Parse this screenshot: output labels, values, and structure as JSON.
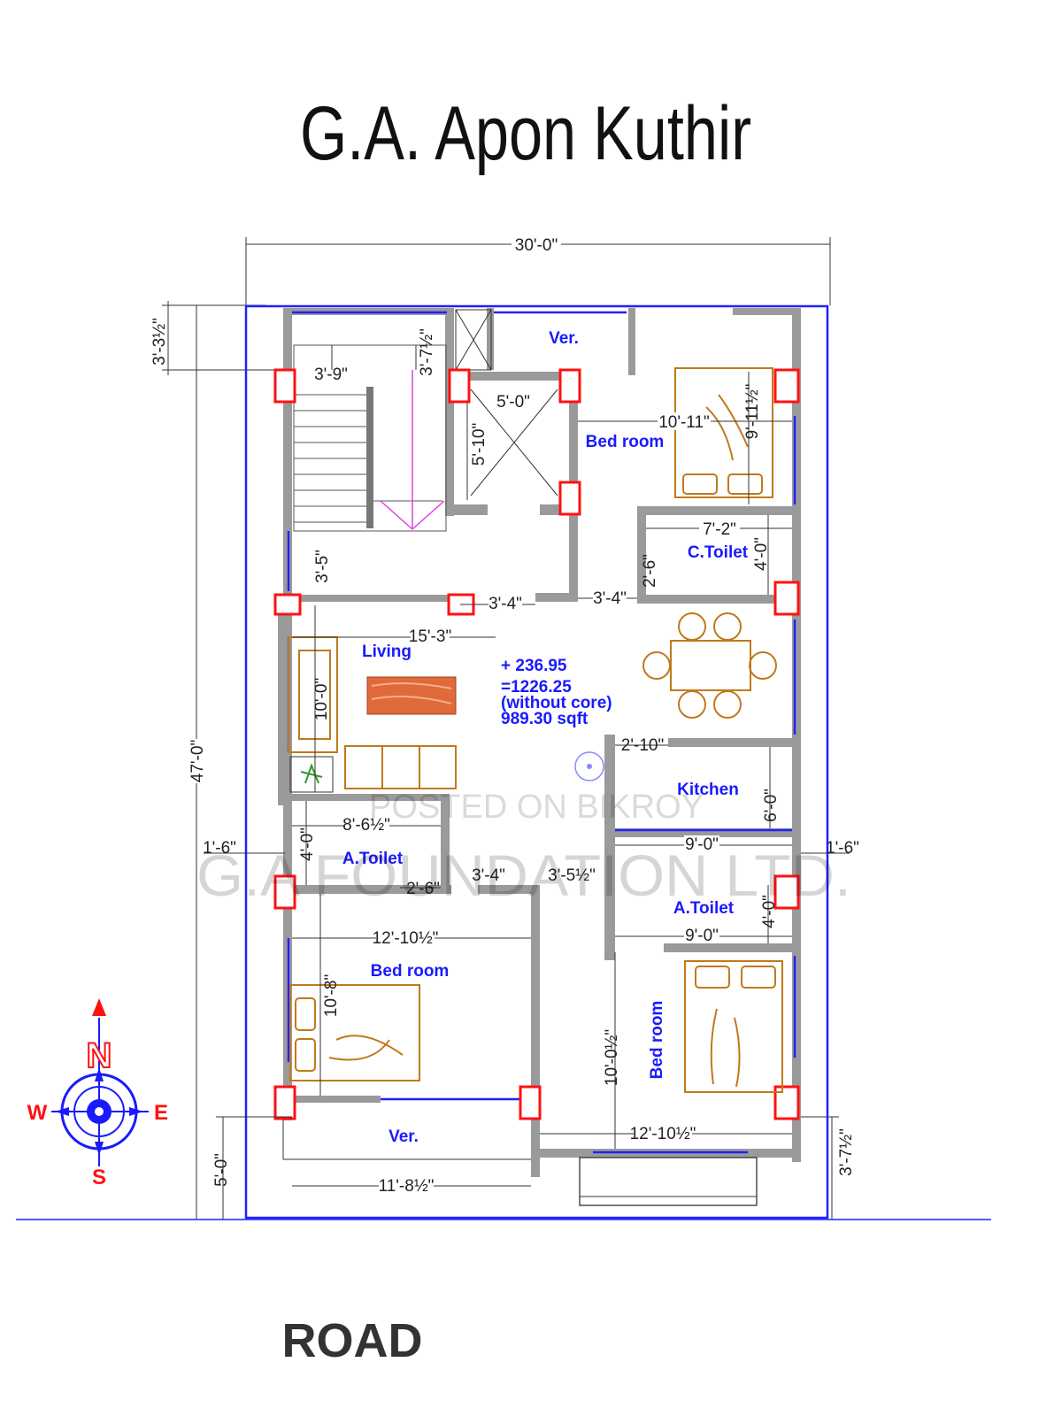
{
  "title": "G.A. Apon Kuthir",
  "road_label": "ROAD",
  "watermark": {
    "line1": "POSTED ON BIKROY",
    "line2": "G.A FOUNDATION LTD."
  },
  "compass": {
    "n": "N",
    "s": "S",
    "e": "E",
    "w": "W"
  },
  "rooms": {
    "ver_top": "Ver.",
    "bedroom_ne": "Bed room",
    "c_toilet": "C.Toilet",
    "living": "Living",
    "kitchen": "Kitchen",
    "a_toilet_w": "A.Toilet",
    "a_toilet_e": "A.Toilet",
    "bedroom_sw": "Bed room",
    "bedroom_se": "Bed room",
    "ver_bottom": "Ver."
  },
  "area_notes": {
    "line1": "+ 236.95",
    "line2": "=1226.25",
    "line3": "(without core)",
    "line4": "989.30 sqft"
  },
  "dimensions": {
    "overall_width": "30'-0\"",
    "overall_depth": "47'-0\"",
    "top_margin": "3'-3½\"",
    "stair_width": "3'-9\"",
    "stair_landing": "3'-7½\"",
    "lift_width": "5'-0\"",
    "lift_depth": "5'-10\"",
    "bed_ne_width": "10'-11\"",
    "bed_ne_depth": "9'-11½\"",
    "c_toilet_width": "7'-2\"",
    "c_toilet_depth": "4'-0\"",
    "c_toilet_door": "2'-6\"",
    "passage_1": "3'-4\"",
    "passage_2": "3'-4\"",
    "stair_gap": "3'-5\"",
    "living_width": "15'-3\"",
    "living_depth": "10'-0\"",
    "kitchen_door": "2'-10\"",
    "kitchen_depth": "6'-0\"",
    "a_toilet_w_width": "8'-6½\"",
    "a_toilet_w_depth": "4'-0\"",
    "a_toilet_w_door": "2'-6\"",
    "side_left": "1'-6\"",
    "side_right": "1'-6\"",
    "corridor_1": "3'-4\"",
    "corridor_2": "3'-5½\"",
    "a_toilet_e_width": "9'-0\"",
    "a_toilet_e_depth": "4'-0\"",
    "a_toilet_e_width2": "9'-0\"",
    "bed_sw_width": "12'-10½\"",
    "bed_sw_depth": "10'-8\"",
    "bed_se_depth": "10'-0½\"",
    "bed_se_width": "12'-10½\"",
    "ver_bottom_width": "11'-8½\"",
    "front_margin": "5'-0\"",
    "balcony_depth": "3'-7½\""
  },
  "colors": {
    "boundary": "#2020ff",
    "column": "#ff1111",
    "wall": "#9a9a9a",
    "furniture": "#c07a1a",
    "label": "#1a1aff"
  }
}
